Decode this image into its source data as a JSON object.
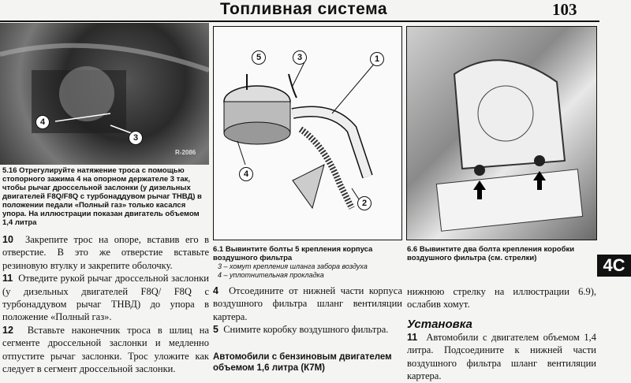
{
  "header": {
    "title": "Топливная система",
    "page_number": "103"
  },
  "section_tab": "4C",
  "figure_5_16": {
    "callouts": [
      "4",
      "3"
    ],
    "marker": "R-2086",
    "caption": "5.16 Отрегулируйте натяжение троса с помощью стопорного зажима 4 на опорном держателе 3 так, чтобы рычаг дроссельной заслонки (у дизельных двигателей F8Q/F8Q с турбонаддувом рычаг ТНВД) в положении педали «Полный газ» только касался упора. На иллюстрации показан двигатель объемом 1,4 литра"
  },
  "left_steps": [
    {
      "num": "10",
      "text": "Закрепите трос на опоре, вставив его в отверстие. В это же отверстие вставьте резиновую втулку и закрепите оболочку."
    },
    {
      "num": "11",
      "text": "Отведите рукой рычаг дроссельной заслонки (у дизельных двигателей F8Q/ F8Q с турбонаддувом рычаг ТНВД) до упора в положение «Полный газ»."
    },
    {
      "num": "12",
      "text": "Вставьте наконечник троса в шлиц на сегменте дроссельной заслонки и медленно отпустите рычаг заслонки. Трос уложите как следует в сегмент дроссельной заслонки."
    }
  ],
  "figure_6_1": {
    "callouts": [
      "1",
      "2",
      "3",
      "4",
      "5"
    ],
    "caption": "6.1 Вывинтите болты 5 крепления корпуса воздушного фильтра",
    "legend": [
      "3 –  хомут крепления шланга забора воздуха",
      "4 –  уплотнительная прокладка"
    ]
  },
  "middle_steps": [
    {
      "num": "4",
      "text": "Отсоедините от нижней части корпуса воздушного фильтра шланг вентиляции картера."
    },
    {
      "num": "5",
      "text": "Снимите коробку воздушного фильтра."
    }
  ],
  "middle_subheading": "Автомобили с бензиновым двигателем объемом 1,6 литра (К7М)",
  "figure_6_6": {
    "caption": "6.6 Вывинтите два болта крепления коробки воздушного фильтра (см. стрелки)"
  },
  "right_text_continued": "нижнюю стрелку на иллюстрации 6.9), ослабив хомут.",
  "right_heading": "Установка",
  "right_steps": [
    {
      "num": "11",
      "text": "Автомобили с двигателем объемом 1,4 литра. Подсоедините к нижней части воздушного фильтра шланг вентиляции картера."
    }
  ]
}
